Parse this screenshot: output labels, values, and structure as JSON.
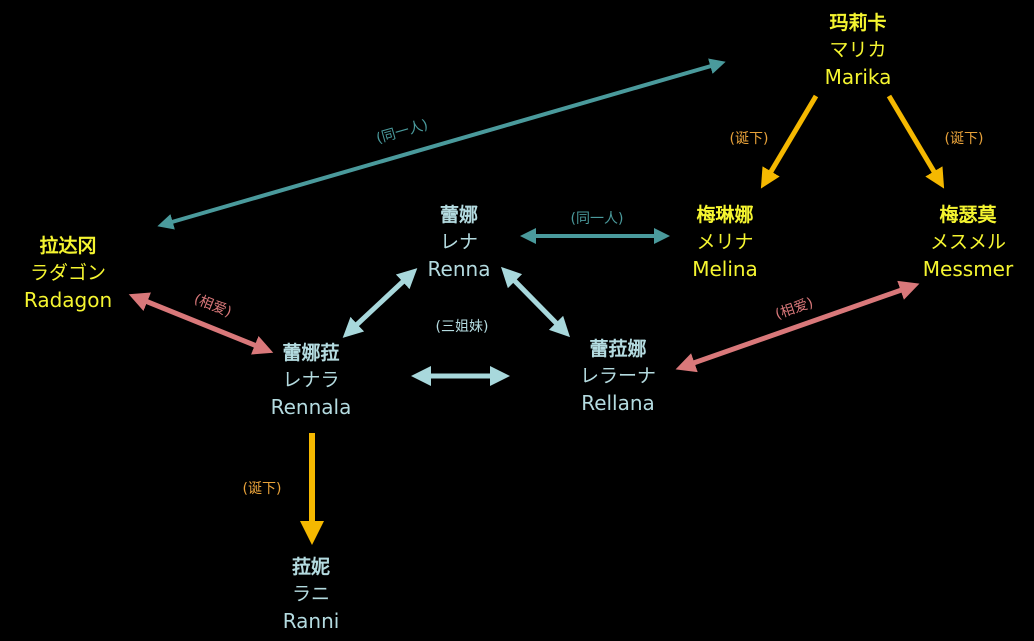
{
  "colors": {
    "background": "#000000",
    "yellow_text": "#f5f530",
    "blue_text": "#b4dbe0",
    "birth_arrow": "#f5b800",
    "same_person_arrow": "#4a9a9c",
    "sister_arrow": "#a8d8dc",
    "love_arrow": "#d9787a",
    "birth_label": "#e8a23a",
    "same_person_label": "#4a9a9c",
    "sister_label": "#b4dbe0",
    "love_label": "#d9787a"
  },
  "nodes": {
    "marika": {
      "zh": "玛莉卡",
      "ja": "マリカ",
      "en": "Marika"
    },
    "radagon": {
      "zh": "拉达冈",
      "ja": "ラダゴン",
      "en": "Radagon"
    },
    "renna": {
      "zh": "蕾娜",
      "ja": "レナ",
      "en": "Renna"
    },
    "melina": {
      "zh": "梅琳娜",
      "ja": "メリナ",
      "en": "Melina"
    },
    "messmer": {
      "zh": "梅瑟莫",
      "ja": "メスメル",
      "en": "Messmer"
    },
    "rennala": {
      "zh": "蕾娜菈",
      "ja": "レナラ",
      "en": "Rennala"
    },
    "rellana": {
      "zh": "蕾菈娜",
      "ja": "レラーナ",
      "en": "Rellana"
    },
    "ranni": {
      "zh": "菈妮",
      "ja": "ラニ",
      "en": "Ranni"
    }
  },
  "relations": {
    "marika_radagon": "(同一人)",
    "renna_melina": "(同一人)",
    "marika_melina": "(诞下)",
    "marika_messmer": "(诞下)",
    "radagon_rennala": "(相爱)",
    "rellana_messmer": "(相爱)",
    "sisters": "(三姐妹)",
    "rennala_ranni": "(诞下)"
  }
}
